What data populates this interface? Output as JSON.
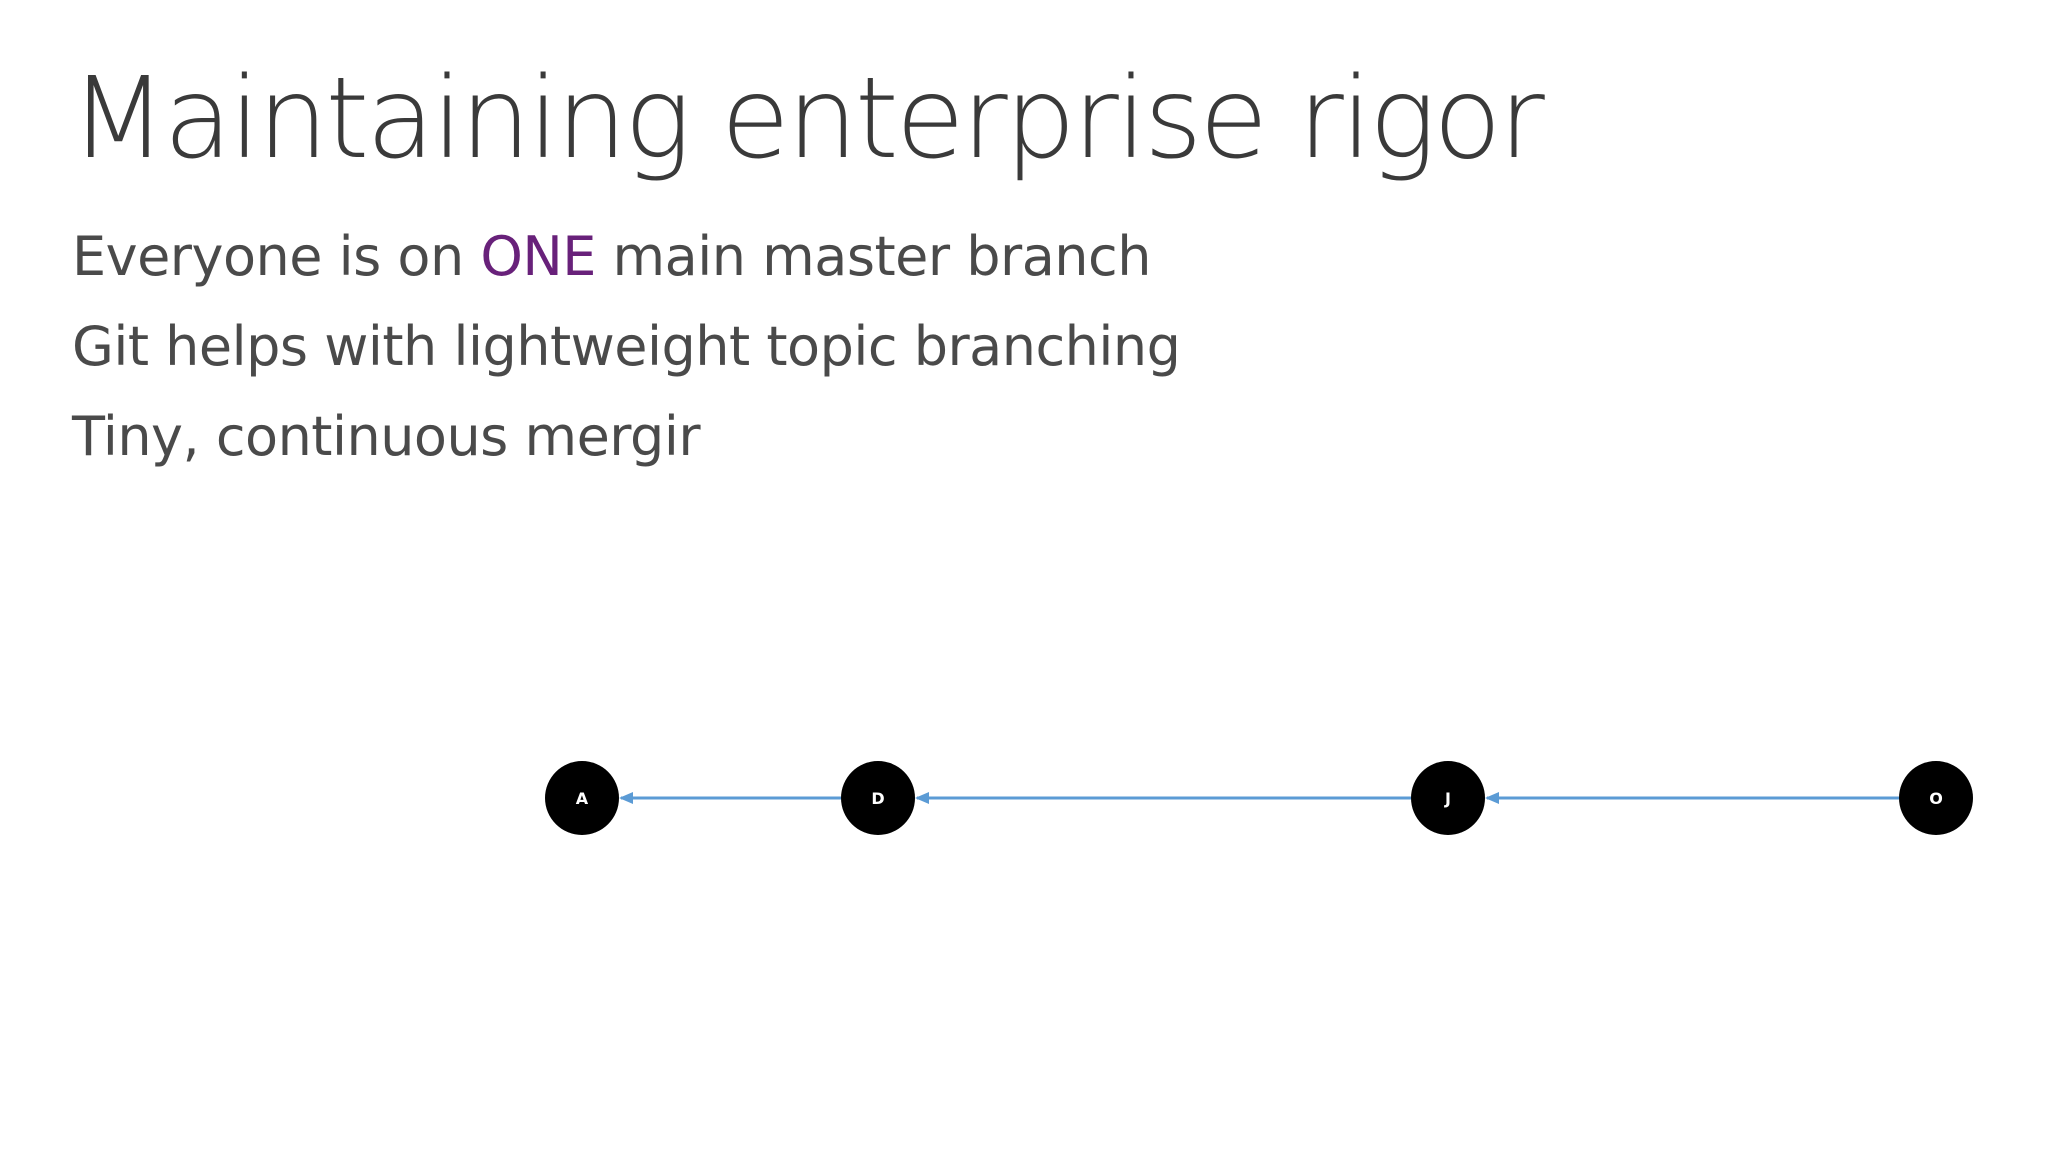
{
  "slide": {
    "title": "Maintaining enterprise rigor",
    "bullets": [
      {
        "before": "Everyone is on ",
        "highlight": "ONE",
        "after": " main master branch"
      },
      {
        "before": "Git helps with  lightweight topic branching",
        "highlight": "",
        "after": ""
      },
      {
        "before": "Tiny, continuous mergir",
        "highlight": "",
        "after": ""
      }
    ],
    "colors": {
      "accent": "#68217a",
      "edge": "#5b9bd5",
      "node": "#000000",
      "node_label": "#ffffff",
      "text": "#404040"
    }
  },
  "diagram": {
    "nodes": [
      {
        "id": "A",
        "label": "A"
      },
      {
        "id": "D",
        "label": "D"
      },
      {
        "id": "J",
        "label": "J"
      },
      {
        "id": "O",
        "label": "O"
      }
    ],
    "edges": [
      {
        "from": "D",
        "to": "A"
      },
      {
        "from": "J",
        "to": "D"
      },
      {
        "from": "O",
        "to": "J"
      }
    ]
  }
}
